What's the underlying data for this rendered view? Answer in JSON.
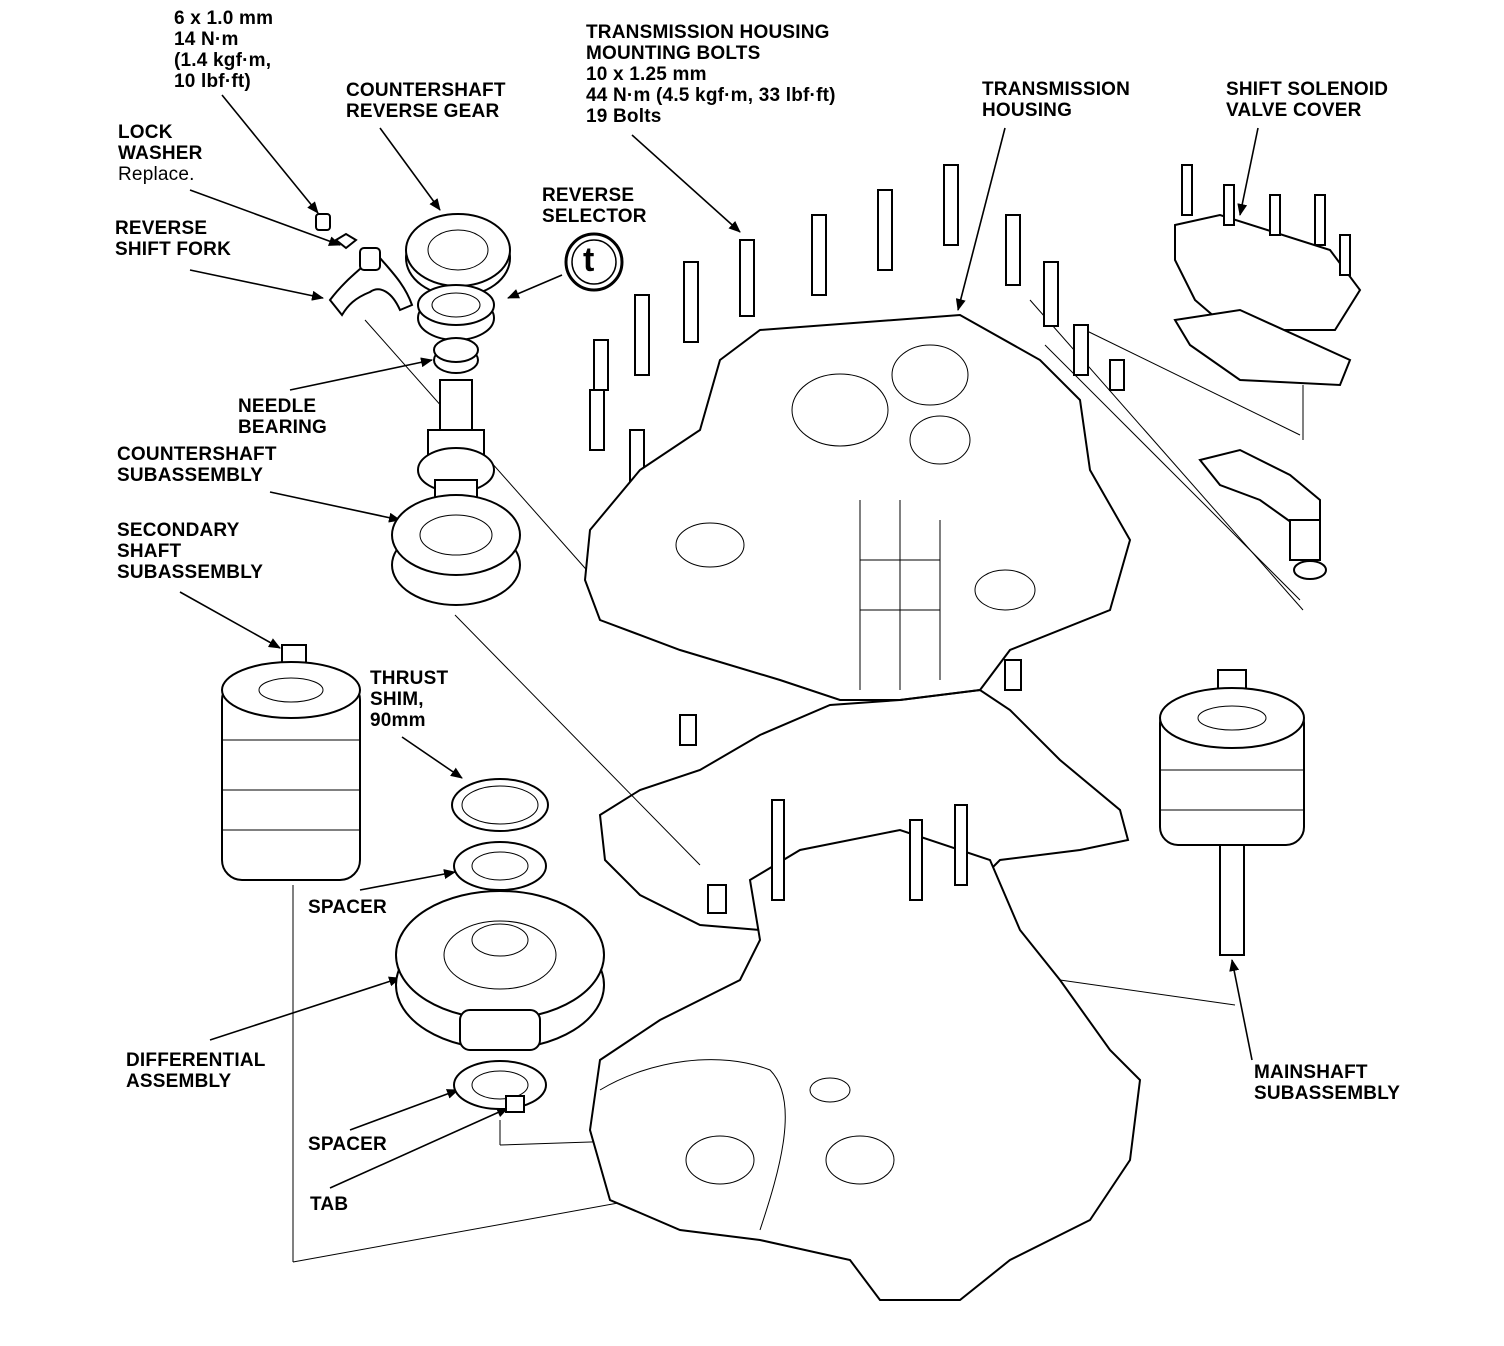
{
  "labels": {
    "lockwasher_bolt": [
      "6 x 1.0 mm",
      "14 N·m",
      "(1.4 kgf·m,",
      "10 lbf·ft)"
    ],
    "countershaft_reverse_gear": [
      "COUNTERSHAFT",
      "REVERSE GEAR"
    ],
    "lock_washer": [
      "LOCK",
      "WASHER"
    ],
    "lock_washer_note": "Replace.",
    "reverse_shift_fork": [
      "REVERSE",
      "SHIFT FORK"
    ],
    "reverse_selector": [
      "REVERSE",
      "SELECTOR"
    ],
    "housing_bolts": [
      "TRANSMISSION HOUSING",
      "MOUNTING BOLTS",
      "10 x 1.25 mm",
      "44 N·m (4.5 kgf·m, 33 lbf·ft)",
      "19 Bolts"
    ],
    "transmission_housing": [
      "TRANSMISSION",
      "HOUSING"
    ],
    "shift_solenoid_valve_cover": [
      "SHIFT SOLENOID",
      "VALVE COVER"
    ],
    "needle_bearing": [
      "NEEDLE",
      "BEARING"
    ],
    "countershaft_subassembly": [
      "COUNTERSHAFT",
      "SUBASSEMBLY"
    ],
    "secondary_shaft_subassembly": [
      "SECONDARY",
      "SHAFT",
      "SUBASSEMBLY"
    ],
    "thrust_shim": [
      "THRUST",
      "SHIM,",
      "90mm"
    ],
    "spacer_top": "SPACER",
    "differential_assembly": [
      "DIFFERENTIAL",
      "ASSEMBLY"
    ],
    "spacer_bottom": "SPACER",
    "tab": "TAB",
    "mainshaft_subassembly": [
      "MAINSHAFT",
      "SUBASSEMBLY"
    ]
  },
  "icons": {
    "reverse_selector_symbol": "t"
  }
}
